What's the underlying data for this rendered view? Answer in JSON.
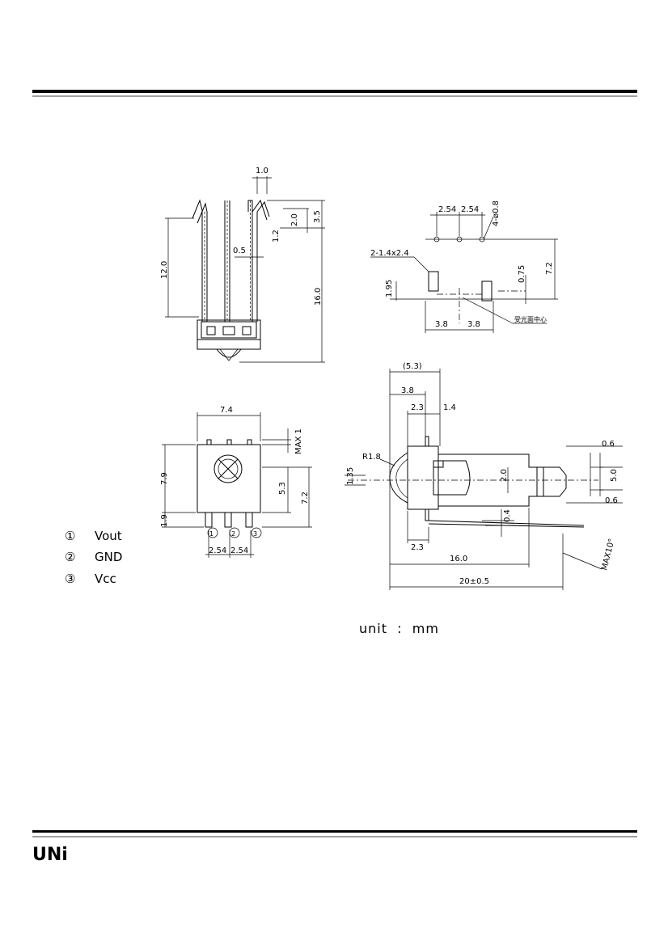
{
  "views": {
    "side_left": {
      "dims": [
        "1.0",
        "3.5",
        "2.0",
        "1.2",
        "12.0",
        "0.5",
        "16.0"
      ]
    },
    "footprint": {
      "dims": [
        "2.54",
        "2.54",
        "4-ø0.8",
        "2-1.4x2.4",
        "0.75",
        "7.2",
        "1.95",
        "3.8",
        "3.8"
      ],
      "note": "受光面中心"
    },
    "front": {
      "dims": [
        "7.4",
        "MAX 1",
        "7.9",
        "5.3",
        "7.2",
        "1.9",
        "2.54",
        "2.54"
      ]
    },
    "side_right": {
      "dims": [
        "(5.3)",
        "3.8",
        "2.3",
        "1.4",
        "R1.8",
        "1.35",
        "2.0",
        "0.6",
        "5.0",
        "0.6",
        "0.4",
        "2.3",
        "MAX10°",
        "16.0",
        "20±0.5"
      ]
    }
  },
  "pins": [
    {
      "num": "①",
      "label": "Vout"
    },
    {
      "num": "②",
      "label": "GND"
    },
    {
      "num": "③",
      "label": "Vcc"
    }
  ],
  "unit_note": "unit  :  mm",
  "logo": "UNi"
}
